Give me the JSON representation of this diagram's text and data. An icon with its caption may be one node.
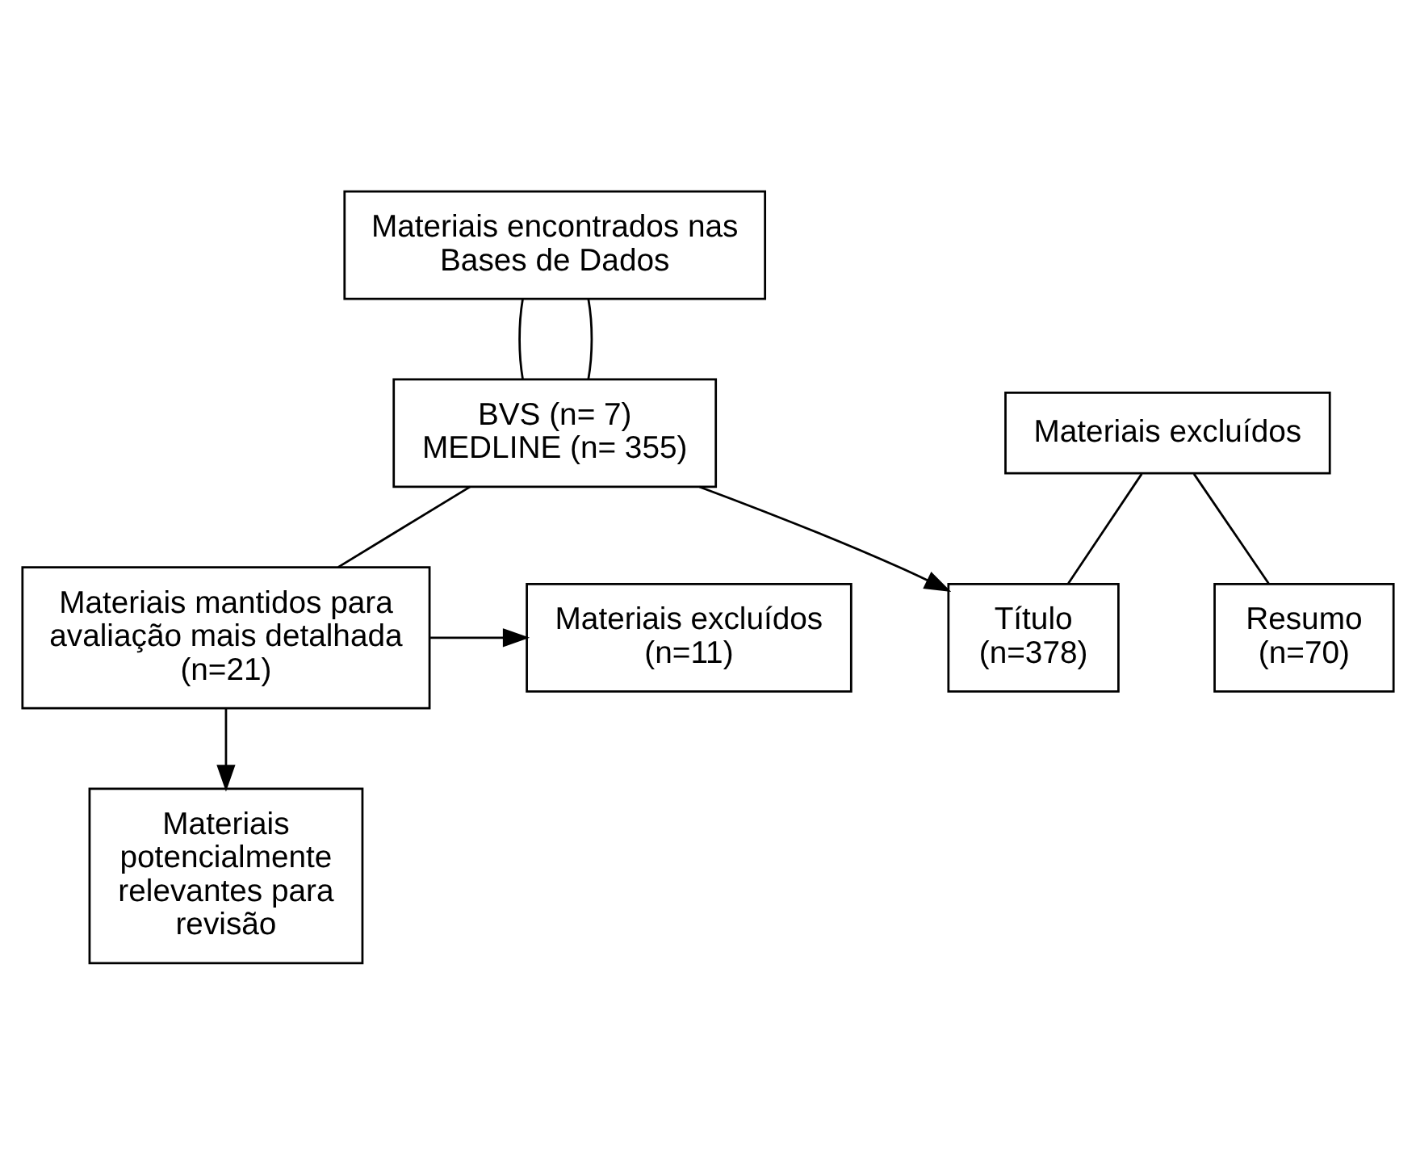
{
  "diagram": {
    "nodes": [
      {
        "text": [
          "Materiais encontrados nas Bases de Dados"
        ]
      },
      {
        "text": [
          "BVS (n= 7)",
          "MEDLINE (n= 355)"
        ]
      },
      {
        "text": [
          "Materiais excluídos"
        ]
      },
      {
        "text": [
          "Título",
          "(n=378)"
        ]
      },
      {
        "text": [
          "Resumo",
          "(n=70)"
        ]
      },
      {
        "text": [
          "Materiais mantidos para avaliação mais detalhada",
          "(n=21)"
        ]
      },
      {
        "text": [
          "Materiais excluídos",
          "(n=11)"
        ]
      },
      {
        "text": [
          "Materiais potencialmente relevantes para revisão"
        ]
      }
    ],
    "edges": [
      {
        "from": 0,
        "to": 1,
        "arrow": "none"
      },
      {
        "from": 0,
        "to": 1,
        "arrow": "none"
      },
      {
        "from": 2,
        "to": 3,
        "arrow": "none"
      },
      {
        "from": 2,
        "to": 4,
        "arrow": "none"
      },
      {
        "from": 1,
        "to": 3,
        "arrow": "to"
      },
      {
        "from": 1,
        "to": 5,
        "arrow": "none"
      },
      {
        "from": 5,
        "to": 6,
        "arrow": "to"
      },
      {
        "from": 5,
        "to": 7,
        "arrow": "to"
      }
    ]
  }
}
